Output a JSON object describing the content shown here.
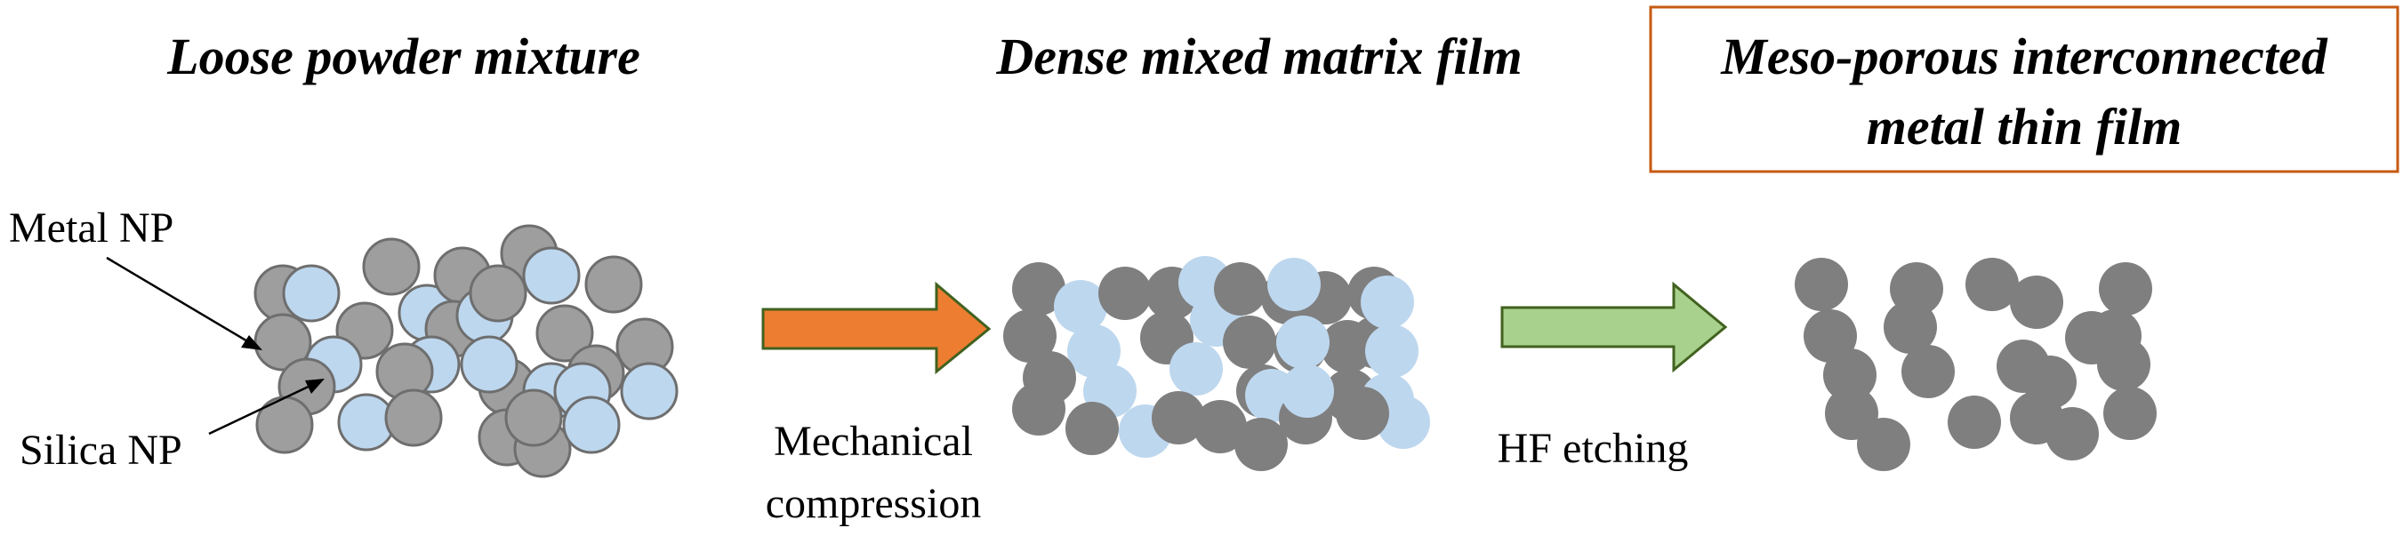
{
  "stages": [
    {
      "title": "Loose powder mixture"
    },
    {
      "title": "Dense mixed matrix film"
    },
    {
      "title_lines": [
        "Meso-porous interconnected",
        "metal thin film"
      ]
    }
  ],
  "labels": {
    "metal_np": "Metal NP",
    "silica_np": "Silica NP"
  },
  "steps": [
    {
      "label_lines": [
        "Mechanical",
        "compression"
      ]
    },
    {
      "label_lines": [
        "HF etching"
      ]
    }
  ],
  "colors": {
    "metal_loose": "#9e9e9e",
    "metal_dense": "#7f7f7f",
    "silica": "#bdd7ee",
    "outline": "#6e6e6e",
    "arrow_orange": "#ed7d31",
    "arrow_green": "#a9d18e",
    "arrow_outline": "#41621f",
    "highlight_box": "#c55a11"
  }
}
